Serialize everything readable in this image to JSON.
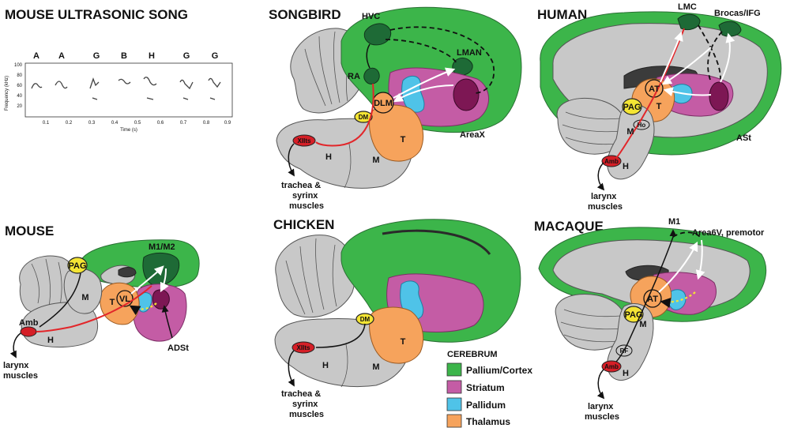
{
  "panels": {
    "mouse_song": {
      "title": "MOUSE ULTRASONIC SONG",
      "syllables": [
        "A",
        "A",
        "G",
        "B",
        "H",
        "G",
        "G"
      ],
      "ylabel": "Frequency (kHz)",
      "xlabel": "Time (s)",
      "yticks": [
        "100",
        "80",
        "60",
        "40",
        "20"
      ],
      "xticks": [
        "0.1",
        "0.2",
        "0.3",
        "0.4",
        "0.5",
        "0.6",
        "0.7",
        "0.8",
        "0.9"
      ]
    },
    "songbird": {
      "title": "SONGBIRD",
      "labels": {
        "hvc": "HVC",
        "lman": "LMAN",
        "ra": "RA",
        "dlm": "DLM",
        "dm": "DM",
        "t": "T",
        "xiits": "XIIts",
        "h": "H",
        "m": "M",
        "areax": "AreaX"
      },
      "caption": [
        "trachea &",
        "syrinx",
        "muscles"
      ]
    },
    "human": {
      "title": "HUMAN",
      "labels": {
        "lmc": "LMC",
        "broca": "Brocas/IFG",
        "at": "AT",
        "t": "T",
        "pag": "PAG",
        "m": "M",
        "ho": "Ho",
        "h": "H",
        "amb": "Amb",
        "ast": "ASt"
      },
      "caption": [
        "larynx",
        "muscles"
      ]
    },
    "mouse": {
      "title": "MOUSE",
      "labels": {
        "m1m2": "M1/M2",
        "pag": "PAG",
        "m": "M",
        "t": "T",
        "vl": "VL",
        "amb": "Amb",
        "h": "H",
        "adst": "ADSt"
      },
      "caption": [
        "larynx",
        "muscles"
      ]
    },
    "chicken": {
      "title": "CHICKEN",
      "labels": {
        "dm": "DM",
        "t": "T",
        "xiits": "XIIts",
        "h": "H",
        "m": "M"
      },
      "caption": [
        "trachea &",
        "syrinx",
        "muscles"
      ]
    },
    "macaque": {
      "title": "MACAQUE",
      "labels": {
        "m1": "M1",
        "area6v": "Area6V, premotor",
        "at": "AT",
        "pag": "PAG",
        "m": "M",
        "rf": "RF",
        "amb": "Amb",
        "h": "H"
      },
      "caption": [
        "larynx",
        "muscles"
      ]
    }
  },
  "legend": {
    "title": "CEREBRUM",
    "items": [
      {
        "label": "Pallium/Cortex",
        "color": "#3cb54a"
      },
      {
        "label": "Striatum",
        "color": "#c45ca5"
      },
      {
        "label": "Pallidum",
        "color": "#4fc3e8"
      },
      {
        "label": "Thalamus",
        "color": "#f6a35c"
      }
    ]
  },
  "colors": {
    "pallium": "#3cb54a",
    "motor_cortex": "#1e6a36",
    "striatum": "#c45ca5",
    "pallidum": "#4fc3e8",
    "thalamus": "#f6a35c",
    "brainstem": "#c8c8c8",
    "nucleus": "#f4e534",
    "motor_nucleus": "#d51f27",
    "projection": "#e2262a"
  }
}
